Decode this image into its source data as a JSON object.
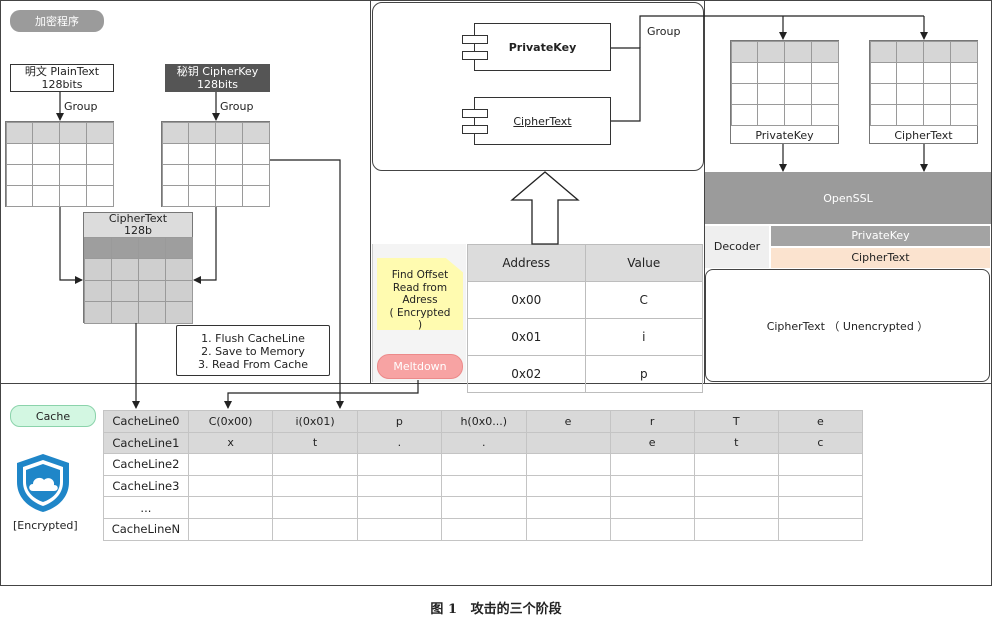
{
  "stage1": {
    "title": "加密程序",
    "plaintext_label": "明文 PlainText\n128bits",
    "cipherkey_label": "秘钥 CipherKey\n128bits",
    "group_left": "Group",
    "group_right": "Group",
    "ciphertext_box": "CipherText\n128b",
    "steps": "1. Flush  CacheLine\n2. Save to Memory\n3. Read From Cache"
  },
  "stage2": {
    "privatekey": "PrivateKey",
    "ciphertext": "CipherText",
    "group": "Group",
    "note": "Find Offset\nRead from\nAdress\n( Encrypted\n)",
    "meltdown": "Meltdown",
    "table": {
      "headers": [
        "Address",
        "Value"
      ],
      "rows": [
        [
          "0x00",
          "C"
        ],
        [
          "0x01",
          "i"
        ],
        [
          "0x02",
          "p"
        ]
      ]
    }
  },
  "stage3": {
    "privatekey": "PrivateKey",
    "ciphertext": "CipherText",
    "openssl": "OpenSSL",
    "decoder": "Decoder",
    "decoder_privatekey": "PrivateKey",
    "decoder_ciphertext": "CipherText",
    "unencrypted": "CipherText （ Unencrypted ）",
    "colors": {
      "openssl": "#9b9b9b",
      "privatekey_bar": "#a3a3a3",
      "ciphertext_bar": "#fbe3cf"
    }
  },
  "cache": {
    "title": "Cache",
    "encrypted_label": "[Encrypted]",
    "rows": [
      [
        "CacheLine0",
        "C(0x00)",
        "i(0x01)",
        "p",
        "h(0x0...)",
        "e",
        "r",
        "T",
        "e"
      ],
      [
        "CacheLine1",
        "x",
        "t",
        ".",
        ".",
        "",
        "e",
        "t",
        "c"
      ],
      [
        "CacheLine2",
        "",
        "",
        "",
        "",
        "",
        "",
        "",
        ""
      ],
      [
        "CacheLine3",
        "",
        "",
        "",
        "",
        "",
        "",
        "",
        ""
      ],
      [
        "...",
        "",
        "",
        "",
        "",
        "",
        "",
        "",
        ""
      ],
      [
        "CacheLineN",
        "",
        "",
        "",
        "",
        "",
        "",
        "",
        ""
      ]
    ],
    "colors": {
      "highlight": "#d9d9d9",
      "shield": "#1f86c8"
    }
  },
  "caption": "图 1   攻击的三个阶段"
}
